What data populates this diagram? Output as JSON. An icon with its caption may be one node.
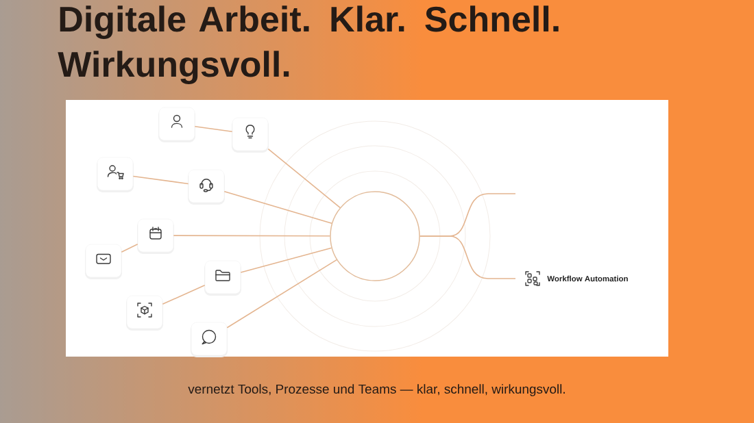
{
  "diagram": {
    "title": "Digitale Arbeit. Klar. Schnell. Wirkungsvoll.",
    "caption": "vernetzt Tools, Prozesse und Teams — klar, schnell, wirkungsvoll.",
    "nodes": [
      {
        "text": [],
        "shape": "box"
      },
      {
        "text": [],
        "shape": "box"
      },
      {
        "text": [],
        "shape": "box"
      },
      {
        "text": [],
        "shape": "box"
      },
      {
        "text": [],
        "shape": "box"
      },
      {
        "text": [],
        "shape": "box"
      },
      {
        "text": [],
        "shape": "box"
      },
      {
        "text": [],
        "shape": "box"
      },
      {
        "text": [],
        "shape": "box"
      },
      {
        "text": [],
        "shape": "circle"
      },
      {
        "text": [
          "Workflow Automation"
        ]
      }
    ],
    "edges": [
      {
        "from": 0,
        "to": 1,
        "arrow": "none"
      },
      {
        "from": 1,
        "to": 9,
        "arrow": "none"
      },
      {
        "from": 2,
        "to": 3,
        "arrow": "none"
      },
      {
        "from": 3,
        "to": 9,
        "arrow": "none"
      },
      {
        "from": 4,
        "to": 9,
        "arrow": "none"
      },
      {
        "from": 5,
        "to": 4,
        "arrow": "none"
      },
      {
        "from": 6,
        "to": 9,
        "arrow": "none"
      },
      {
        "from": 7,
        "to": 6,
        "arrow": "none"
      },
      {
        "from": 8,
        "to": 9,
        "arrow": "none"
      },
      {
        "from": 9,
        "to": null,
        "arrow": "none"
      },
      {
        "from": 9,
        "to": 10,
        "arrow": "none"
      }
    ]
  }
}
